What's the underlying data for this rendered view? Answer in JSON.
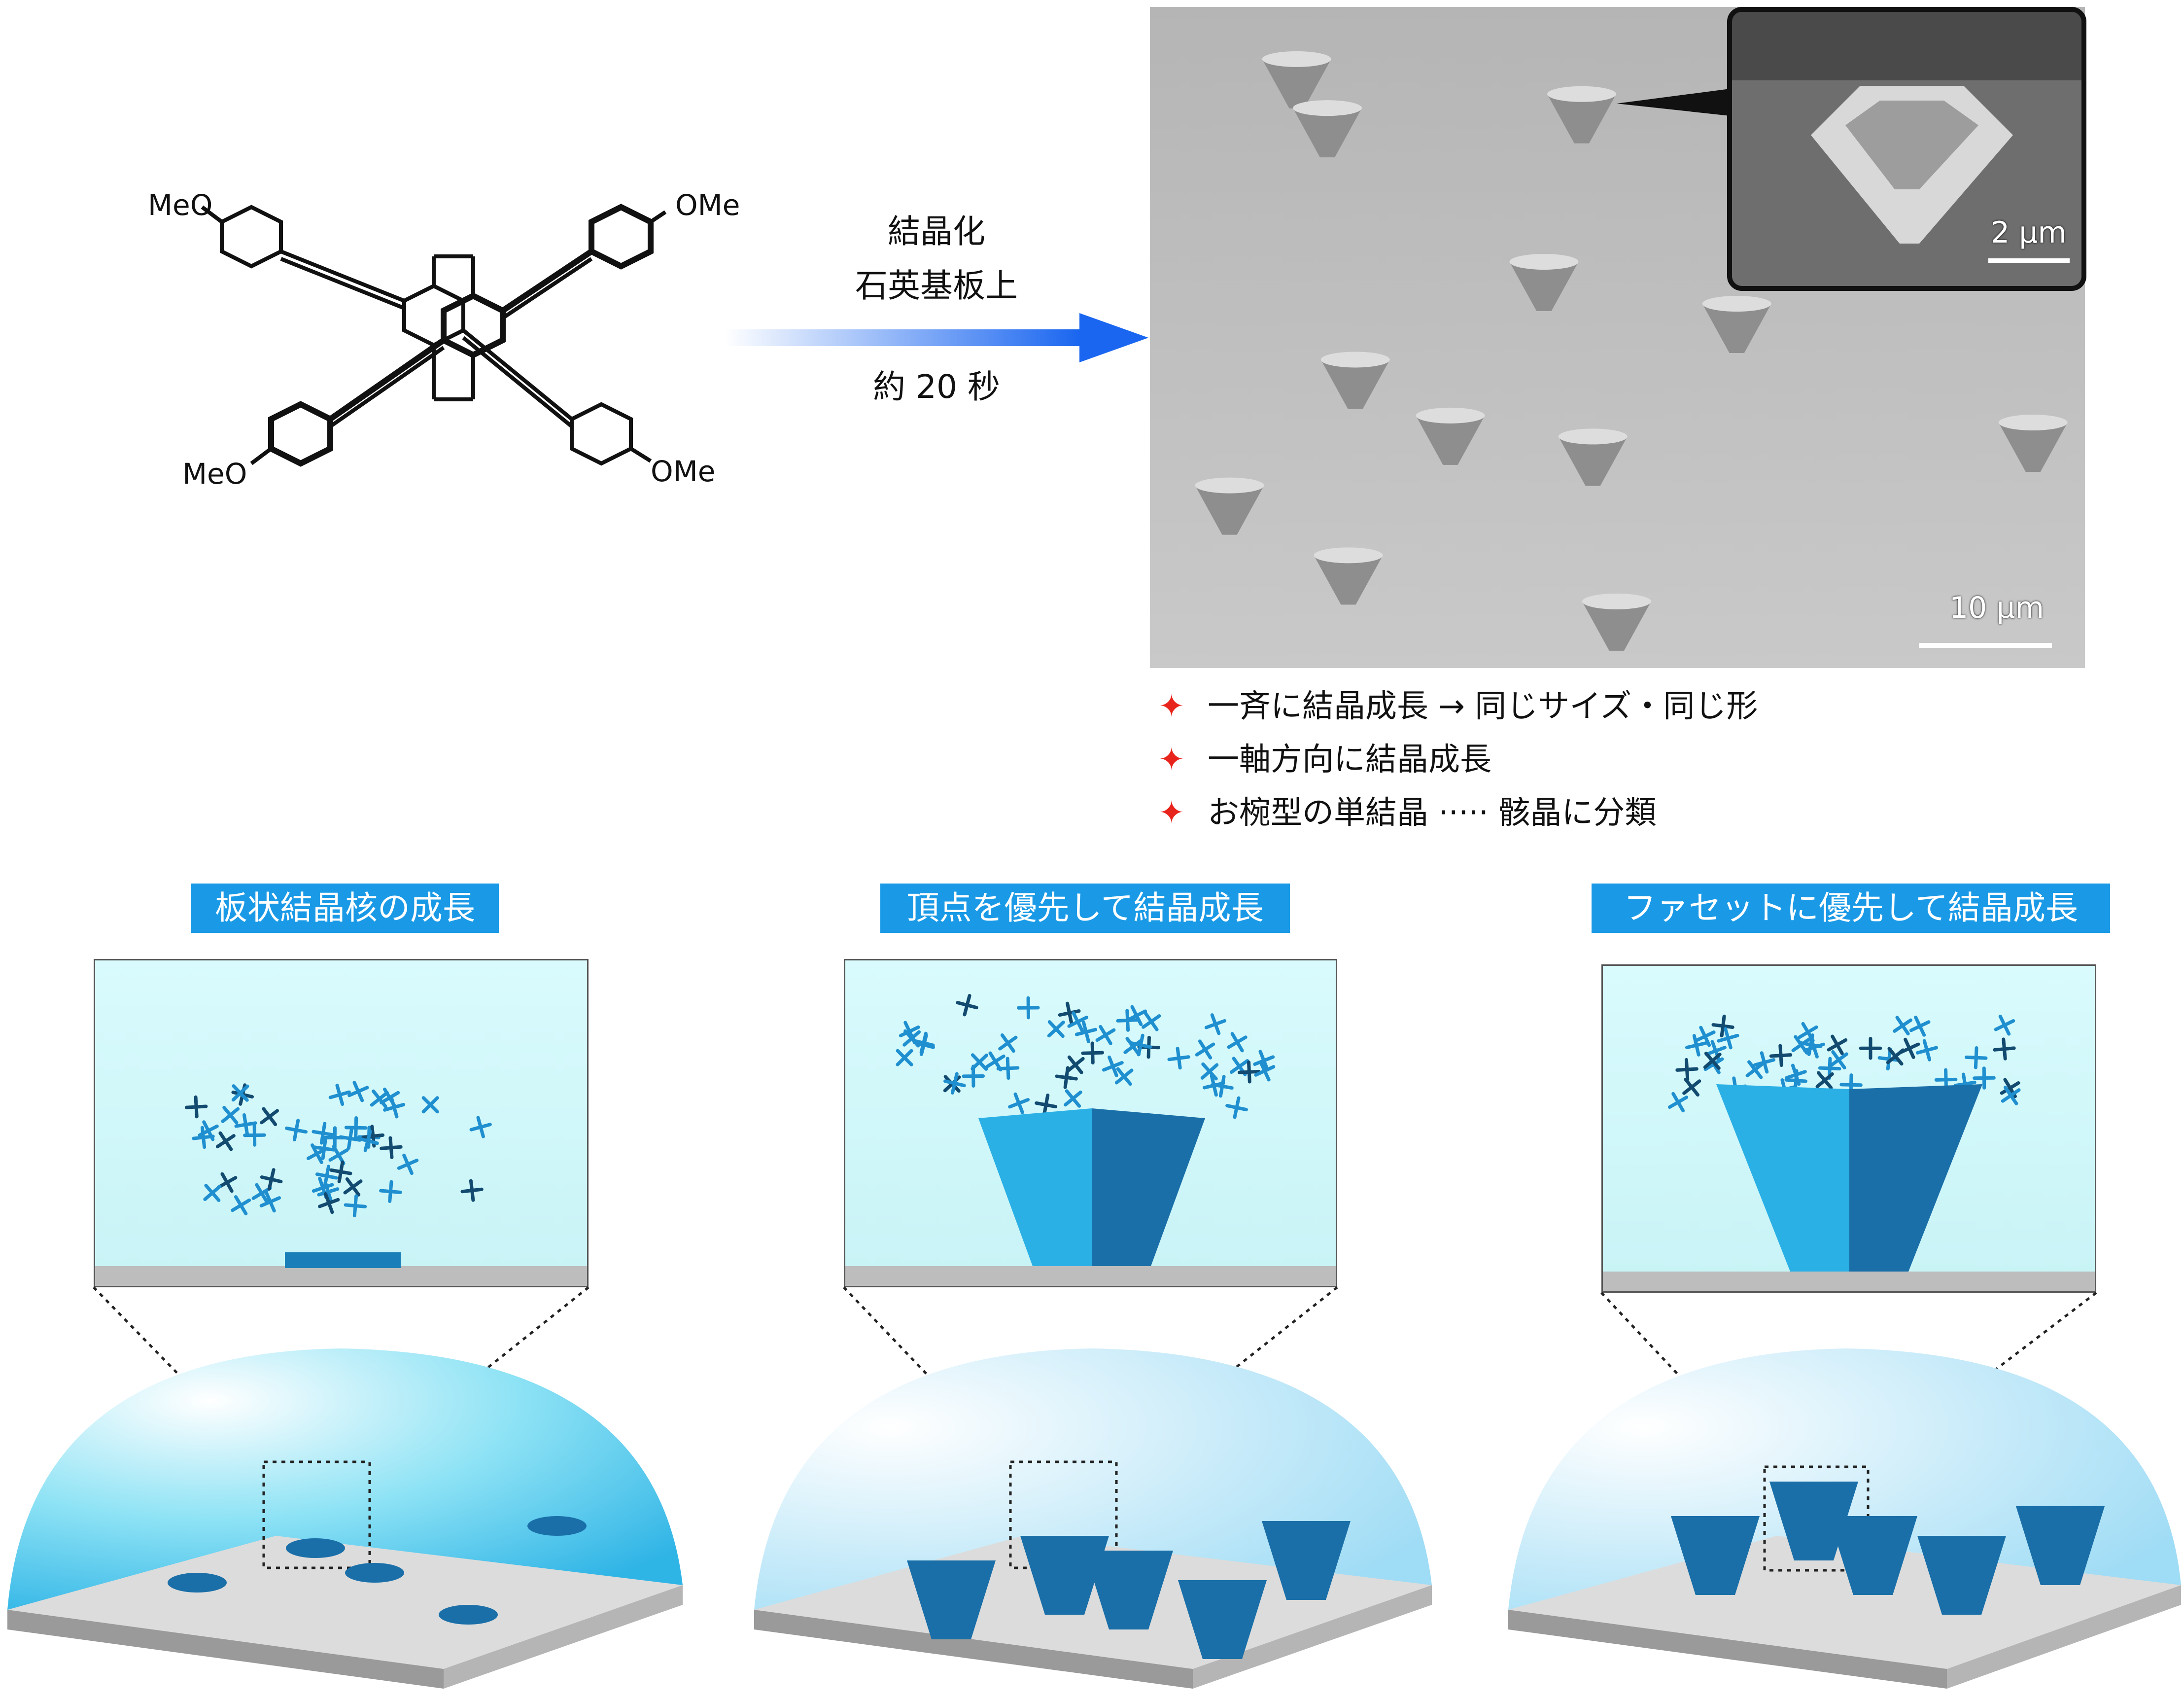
{
  "molecule": {
    "substituents": [
      "MeO",
      "OMe",
      "MeO",
      "OMe"
    ]
  },
  "process": {
    "line1": "結晶化",
    "line2": "石英基板上",
    "time": "約 20 秒",
    "arrow_color": "#1a66f0"
  },
  "sem": {
    "scale_main": "10 μm",
    "scale_inset": "2 μm"
  },
  "bullets": [
    {
      "text": "一斉に結晶成長 → 同じサイズ・同じ形"
    },
    {
      "text": "一軸方向に結晶成長"
    },
    {
      "text": "お椀型の単結晶 ····· 骸晶に分類"
    }
  ],
  "bullet_symbol": "✦",
  "panels": [
    {
      "title": "板状結晶核の成長"
    },
    {
      "title": "頂点を優先して結晶成長"
    },
    {
      "title": "ファセットに優先して結晶成長"
    }
  ],
  "colors": {
    "tag_bg": "#1a9ae6",
    "bullet": "#e8251c",
    "crystal": "#1a7fb8"
  }
}
